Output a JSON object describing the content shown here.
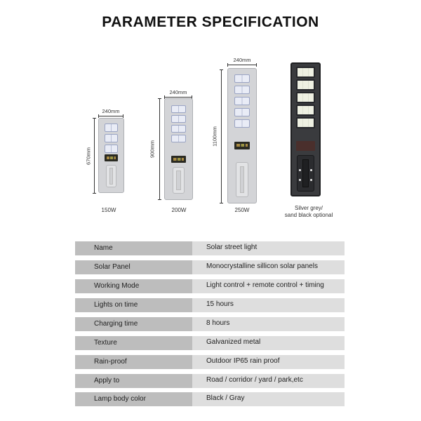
{
  "title": "PARAMETER SPECIFICATION",
  "products": [
    {
      "watt": "150W",
      "width_label": "240mm",
      "height_label": "670mm",
      "panels": 3,
      "color": "grey"
    },
    {
      "watt": "200W",
      "width_label": "240mm",
      "height_label": "900mm",
      "panels": 4,
      "color": "grey"
    },
    {
      "watt": "250W",
      "width_label": "240mm",
      "height_label": "1100mm",
      "panels": 5,
      "color": "grey"
    },
    {
      "caption_line1": "Silver grey/",
      "caption_line2": "sand black optional",
      "panels": 5,
      "color": "black"
    }
  ],
  "specs": [
    {
      "label": "Name",
      "value": "Solar street light"
    },
    {
      "label": "Solar Panel",
      "value": "Monocrystalline sillicon solar panels"
    },
    {
      "label": "Working Mode",
      "value": "Light control + remote control + timing"
    },
    {
      "label": "Lights on time",
      "value": "15 hours"
    },
    {
      "label": "Charging time",
      "value": "8 hours"
    },
    {
      "label": "Texture",
      "value": "Galvanized metal"
    },
    {
      "label": "Rain-proof",
      "value": "Outdoor IP65 rain proof"
    },
    {
      "label": "Apply to",
      "value": "Road / corridor / yard / park,etc"
    },
    {
      "label": "Lamp body color",
      "value": "Black / Gray"
    }
  ],
  "colors": {
    "label_cell": "#bdbdbd",
    "value_cell": "#dedede"
  }
}
